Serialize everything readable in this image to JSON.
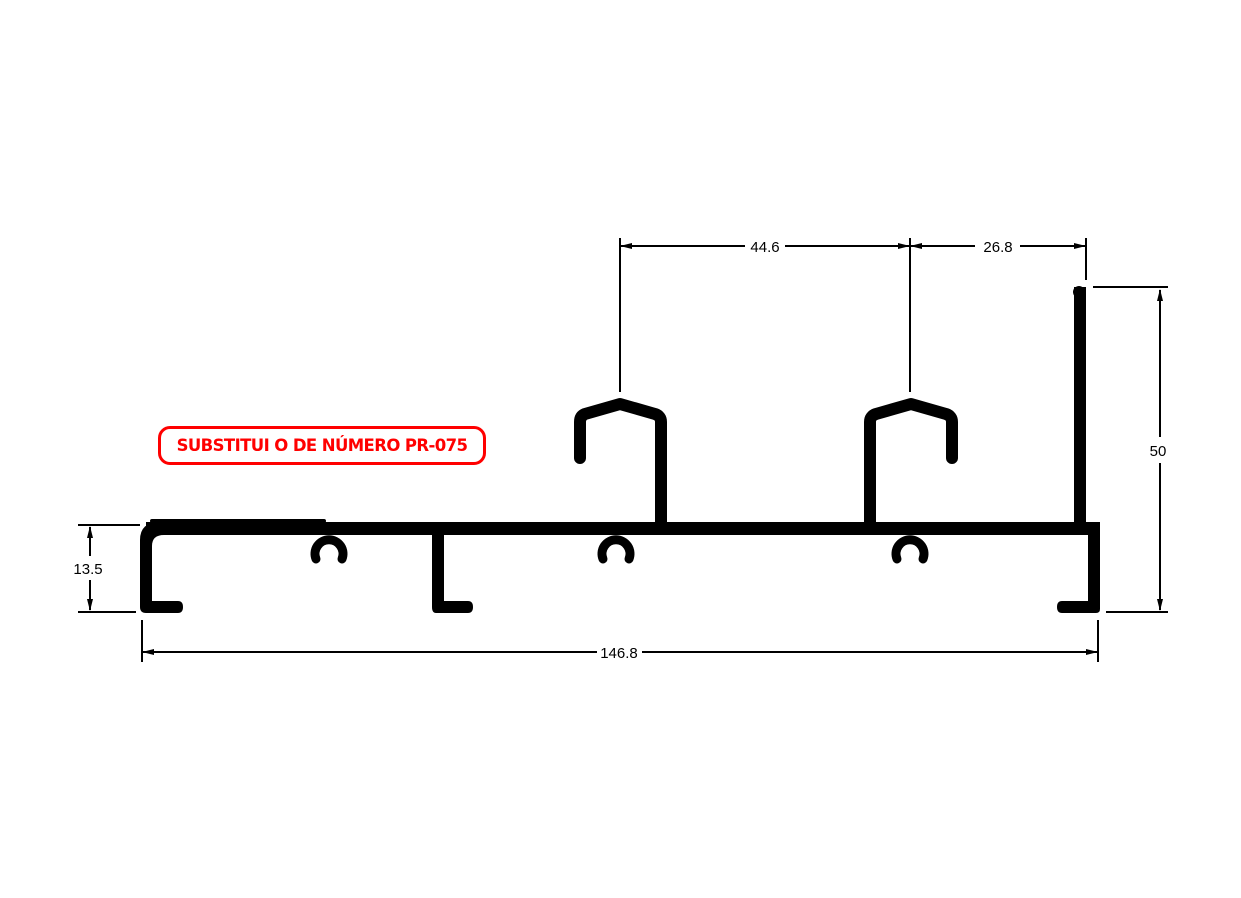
{
  "drawing": {
    "notice": "SUBSTITUI O DE NÚMERO PR-075",
    "notice_color": "#ff0000",
    "profile_color": "#000000",
    "dimensions": {
      "top_left_span": "44.6",
      "top_right_span": "26.8",
      "total_height": "50",
      "base_height": "13.5",
      "total_width": "146.8"
    }
  }
}
